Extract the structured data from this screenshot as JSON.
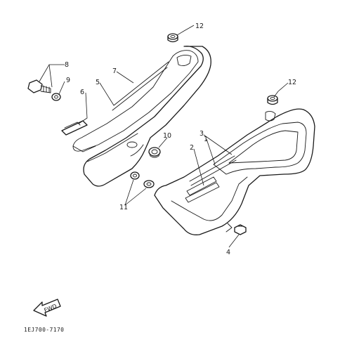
{
  "diagram": {
    "callouts": [
      "12",
      "8",
      "9",
      "7",
      "5",
      "6",
      "10",
      "11",
      "12",
      "1",
      "2",
      "3",
      "4"
    ],
    "fwd_label": "FWD",
    "part_code": "1EJ700-7170"
  },
  "colors": {
    "ink": "#1a1a1a",
    "paper": "#ffffff"
  }
}
